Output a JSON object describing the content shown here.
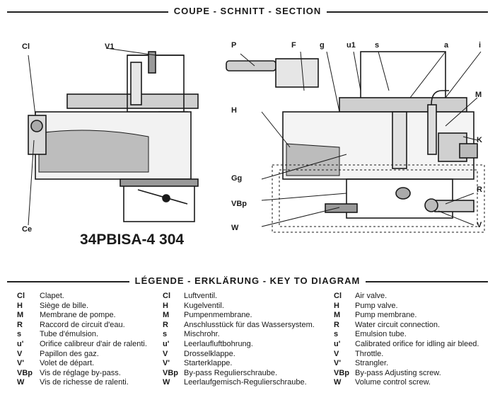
{
  "section_title": "COUPE - SCHNITT - SECTION",
  "model_label": "34PBISA-4  304",
  "callouts": {
    "cl": "Cl",
    "v1": "V1",
    "p": "P",
    "f": "F",
    "g": "g",
    "u1": "u1",
    "s": "s",
    "a": "a",
    "i": "i",
    "m": "M",
    "h": "H",
    "k": "K",
    "gg": "Gg",
    "vbp": "VBp",
    "w": "W",
    "r": "R",
    "v": "V",
    "ce": "Ce"
  },
  "legend_title": "LÉGENDE - ERKLÄRUNG - KEY TO DIAGRAM",
  "legend": {
    "french": [
      {
        "code": "Cl",
        "text": "Clapet."
      },
      {
        "code": "H",
        "text": "Siège de bille."
      },
      {
        "code": "M",
        "text": "Membrane de pompe."
      },
      {
        "code": "R",
        "text": "Raccord de circuit d'eau."
      },
      {
        "code": "s",
        "text": "Tube d'émulsion."
      },
      {
        "code": "u'",
        "text": "Orifice calibreur d'air de ralenti."
      },
      {
        "code": "V",
        "text": "Papillon des gaz."
      },
      {
        "code": "V'",
        "text": "Volet de départ."
      },
      {
        "code": "VBp",
        "text": "Vis de réglage by-pass."
      },
      {
        "code": "W",
        "text": "Vis de richesse de ralenti."
      }
    ],
    "german": [
      {
        "code": "Cl",
        "text": "Luftventil."
      },
      {
        "code": "H",
        "text": "Kugelventil."
      },
      {
        "code": "M",
        "text": "Pumpenmembrane."
      },
      {
        "code": "R",
        "text": "Anschlusstück für das Wassersystem."
      },
      {
        "code": "s",
        "text": "Mischrohr."
      },
      {
        "code": "u'",
        "text": "Leerlaufluftbohrung."
      },
      {
        "code": "V",
        "text": "Drosselklappe."
      },
      {
        "code": "V'",
        "text": "Starterklappe."
      },
      {
        "code": "VBp",
        "text": "By-pass Regulierschraube."
      },
      {
        "code": "W",
        "text": "Leerlaufgemisch-Regulierschraube."
      }
    ],
    "english": [
      {
        "code": "Cl",
        "text": "Air valve."
      },
      {
        "code": "H",
        "text": "Pump valve."
      },
      {
        "code": "M",
        "text": "Pump membrane."
      },
      {
        "code": "R",
        "text": "Water circuit connection."
      },
      {
        "code": "s",
        "text": "Emulsion tube."
      },
      {
        "code": "u'",
        "text": "Calibrated orifice for idling air bleed."
      },
      {
        "code": "V",
        "text": "Throttle."
      },
      {
        "code": "V'",
        "text": "Strangler."
      },
      {
        "code": "VBp",
        "text": "By-pass Adjusting screw."
      },
      {
        "code": "W",
        "text": "Volume control screw."
      }
    ]
  },
  "colors": {
    "ink": "#1a1a1a",
    "paper": "#ffffff"
  }
}
